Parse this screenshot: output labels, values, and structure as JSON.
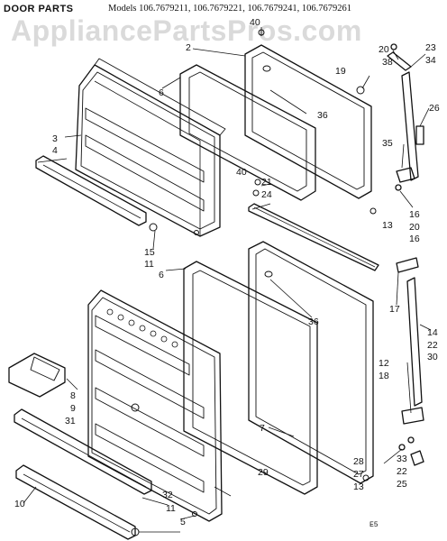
{
  "header": {
    "title": "DOOR PARTS",
    "models": "Models 106.7679211, 106.7679221, 106.7679241, 106.7679261"
  },
  "watermark": "AppliancePartsPros.com",
  "corner_code": "E5",
  "colors": {
    "line": "#111111",
    "watermark": "#969696"
  },
  "callouts": [
    {
      "id": "c40a",
      "label": "40"
    },
    {
      "id": "c2",
      "label": "2"
    },
    {
      "id": "c20a",
      "label": "20"
    },
    {
      "id": "c23",
      "label": "23"
    },
    {
      "id": "c38",
      "label": "38"
    },
    {
      "id": "c34",
      "label": "34"
    },
    {
      "id": "c19",
      "label": "19"
    },
    {
      "id": "c6a",
      "label": "6"
    },
    {
      "id": "c36a",
      "label": "36"
    },
    {
      "id": "c26",
      "label": "26"
    },
    {
      "id": "c3",
      "label": "3"
    },
    {
      "id": "c4",
      "label": "4"
    },
    {
      "id": "c35",
      "label": "35"
    },
    {
      "id": "c40b",
      "label": "40"
    },
    {
      "id": "c21",
      "label": "21"
    },
    {
      "id": "c24",
      "label": "24"
    },
    {
      "id": "c16a",
      "label": "16"
    },
    {
      "id": "c20b",
      "label": "20"
    },
    {
      "id": "c13a",
      "label": "13"
    },
    {
      "id": "c16b",
      "label": "16"
    },
    {
      "id": "c15",
      "label": "15"
    },
    {
      "id": "c11a",
      "label": "11"
    },
    {
      "id": "c6b",
      "label": "6"
    },
    {
      "id": "c17",
      "label": "17"
    },
    {
      "id": "c36b",
      "label": "36"
    },
    {
      "id": "c14",
      "label": "14"
    },
    {
      "id": "c22a",
      "label": "22"
    },
    {
      "id": "c30",
      "label": "30"
    },
    {
      "id": "c12",
      "label": "12"
    },
    {
      "id": "c18",
      "label": "18"
    },
    {
      "id": "c8",
      "label": "8"
    },
    {
      "id": "c9",
      "label": "9"
    },
    {
      "id": "c31",
      "label": "31"
    },
    {
      "id": "c7",
      "label": "7"
    },
    {
      "id": "c29",
      "label": "29"
    },
    {
      "id": "c28",
      "label": "28"
    },
    {
      "id": "c27",
      "label": "27"
    },
    {
      "id": "c13b",
      "label": "13"
    },
    {
      "id": "c33",
      "label": "33"
    },
    {
      "id": "c22b",
      "label": "22"
    },
    {
      "id": "c25",
      "label": "25"
    },
    {
      "id": "c10",
      "label": "10"
    },
    {
      "id": "c32",
      "label": "32"
    },
    {
      "id": "c11b",
      "label": "11"
    },
    {
      "id": "c5",
      "label": "5"
    }
  ]
}
